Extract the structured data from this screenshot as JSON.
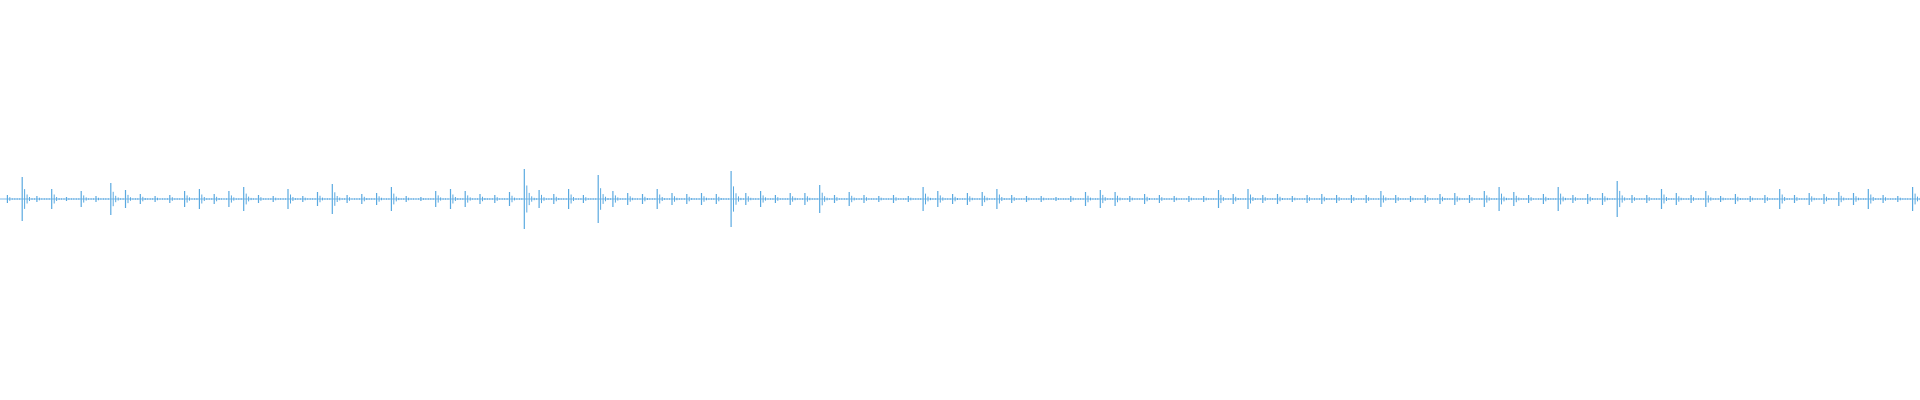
{
  "waveform": {
    "color": "#5aa9e0",
    "baseline_color": "#7fbbe8",
    "peaks": [
      0.04,
      0.22,
      0.03,
      0.1,
      0.02,
      0.08,
      0.03,
      0.16,
      0.09,
      0.05,
      0.03,
      0.04,
      0.08,
      0.1,
      0.05,
      0.08,
      0.12,
      0.04,
      0.03,
      0.1,
      0.03,
      0.07,
      0.15,
      0.04,
      0.05,
      0.06,
      0.12,
      0.03,
      0.02,
      0.08,
      0.1,
      0.08,
      0.05,
      0.04,
      0.07,
      0.3,
      0.09,
      0.05,
      0.1,
      0.04,
      0.24,
      0.08,
      0.06,
      0.05,
      0.1,
      0.06,
      0.05,
      0.06,
      0.05,
      0.28,
      0.06,
      0.08,
      0.04,
      0.06,
      0.06,
      0.14,
      0.04,
      0.07,
      0.04,
      0.03,
      0.04,
      0.03,
      0.12,
      0.08,
      0.05,
      0.06,
      0.07,
      0.1,
      0.04,
      0.03,
      0.03,
      0.02,
      0.03,
      0.07,
      0.09,
      0.07,
      0.03,
      0.05,
      0.04,
      0.03,
      0.03,
      0.03,
      0.09,
      0.05,
      0.1,
      0.04,
      0.05,
      0.03,
      0.04,
      0.05,
      0.04,
      0.04,
      0.04,
      0.08,
      0.04,
      0.03,
      0.04,
      0.05,
      0.06,
      0.04,
      0.08,
      0.12,
      0.07,
      0.04,
      0.05,
      0.12,
      0.04,
      0.05,
      0.06,
      0.18,
      0.04,
      0.04,
      0.1,
      0.06,
      0.04,
      0.08,
      0.03,
      0.05,
      0.03,
      0.04,
      0.1,
      0.04,
      0.06,
      0.05,
      0.07,
      0.06,
      0.1,
      0.04,
      0.03,
      0.12
    ]
  }
}
